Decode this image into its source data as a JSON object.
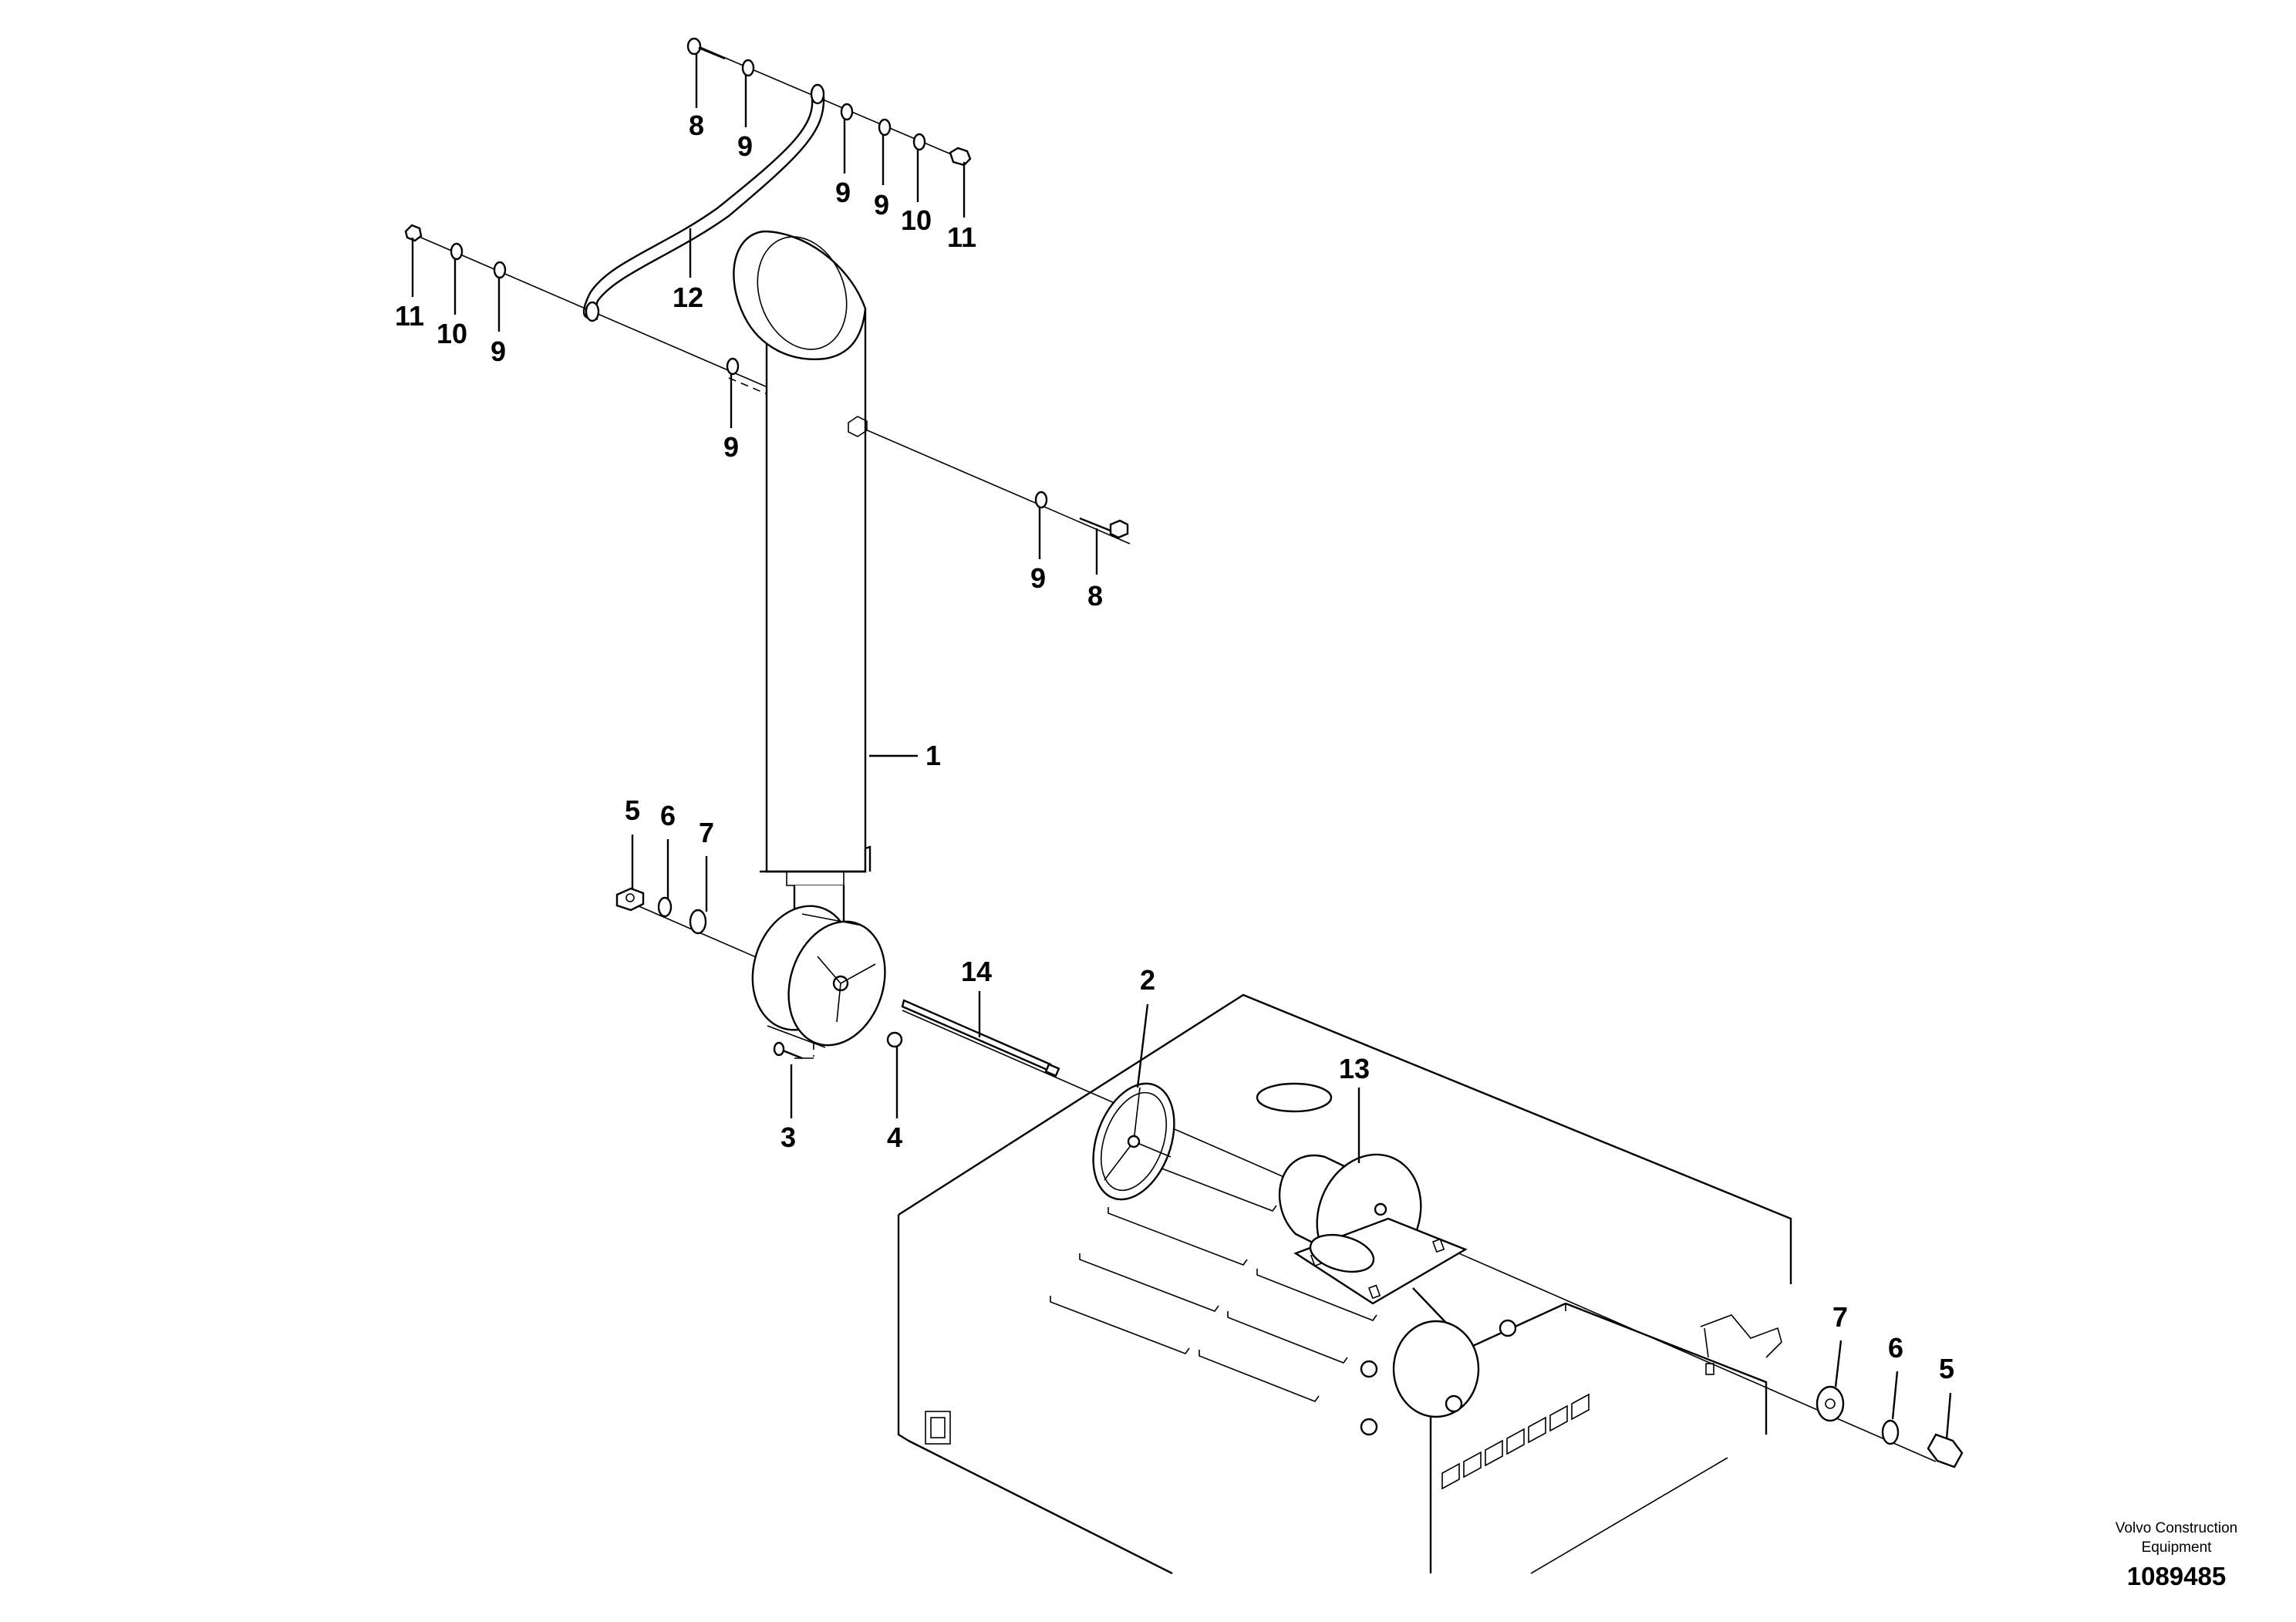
{
  "diagram": {
    "callouts": [
      {
        "id": "c1",
        "text": "1"
      },
      {
        "id": "c2",
        "text": "2"
      },
      {
        "id": "c3",
        "text": "3"
      },
      {
        "id": "c4",
        "text": "4"
      },
      {
        "id": "c5a",
        "text": "5"
      },
      {
        "id": "c5b",
        "text": "5"
      },
      {
        "id": "c6a",
        "text": "6"
      },
      {
        "id": "c6b",
        "text": "6"
      },
      {
        "id": "c7a",
        "text": "7"
      },
      {
        "id": "c7b",
        "text": "7"
      },
      {
        "id": "c8a",
        "text": "8"
      },
      {
        "id": "c8b",
        "text": "8"
      },
      {
        "id": "c9a",
        "text": "9"
      },
      {
        "id": "c9b",
        "text": "9"
      },
      {
        "id": "c9c",
        "text": "9"
      },
      {
        "id": "c9d",
        "text": "9"
      },
      {
        "id": "c9e",
        "text": "9"
      },
      {
        "id": "c9f",
        "text": "9"
      },
      {
        "id": "c10a",
        "text": "10"
      },
      {
        "id": "c10b",
        "text": "10"
      },
      {
        "id": "c11a",
        "text": "11"
      },
      {
        "id": "c11b",
        "text": "11"
      },
      {
        "id": "c12",
        "text": "12"
      },
      {
        "id": "c13",
        "text": "13"
      },
      {
        "id": "c14",
        "text": "14"
      }
    ]
  },
  "footer": {
    "brand_line1": "Volvo Construction",
    "brand_line2": "Equipment",
    "doc_number": "1089485"
  }
}
